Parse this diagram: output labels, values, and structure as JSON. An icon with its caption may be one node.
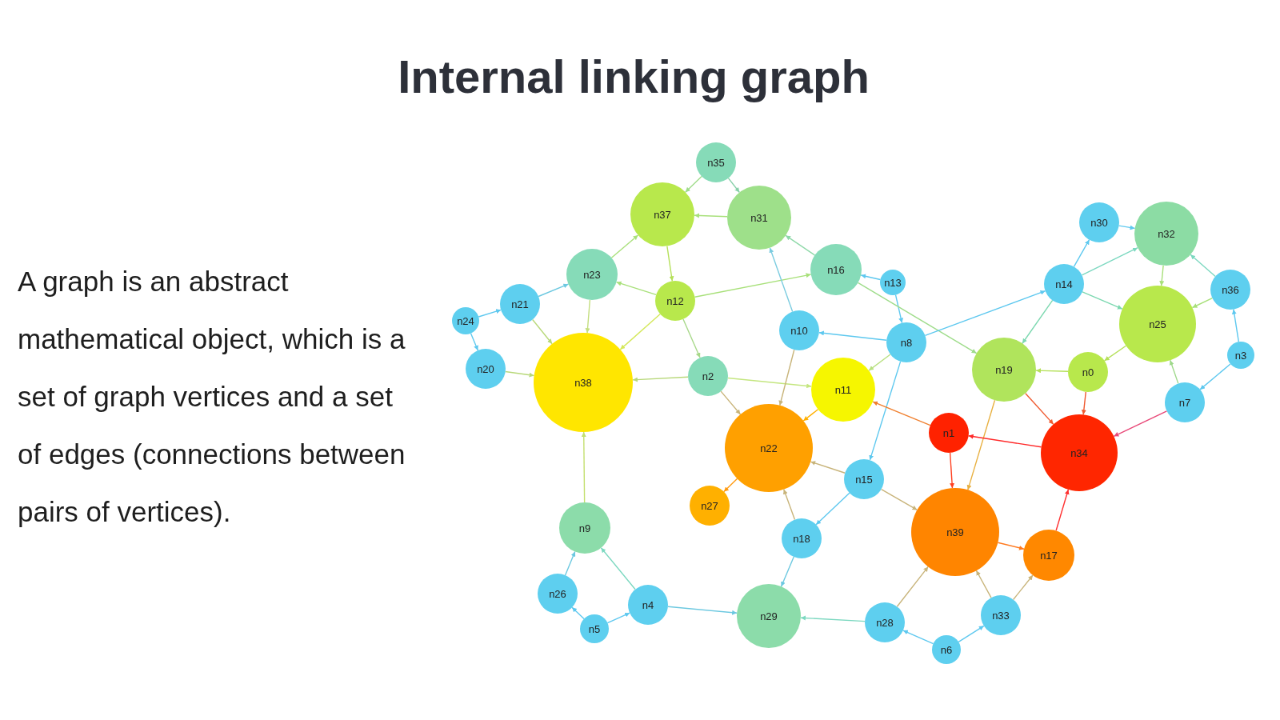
{
  "diagram": {
    "title": "Internal linking graph",
    "nodes": [
      {
        "text": [
          "n0"
        ]
      },
      {
        "text": [
          "n1"
        ]
      },
      {
        "text": [
          "n2"
        ]
      },
      {
        "text": [
          "n3"
        ]
      },
      {
        "text": [
          "n4"
        ]
      },
      {
        "text": [
          "n5"
        ]
      },
      {
        "text": [
          "n6"
        ]
      },
      {
        "text": [
          "n7"
        ]
      },
      {
        "text": [
          "n8"
        ]
      },
      {
        "text": [
          "n9"
        ]
      },
      {
        "text": [
          "n10"
        ]
      },
      {
        "text": [
          "n11"
        ]
      },
      {
        "text": [
          "n12"
        ]
      },
      {
        "text": [
          "n13"
        ]
      },
      {
        "text": [
          "n14"
        ]
      },
      {
        "text": [
          "n15"
        ]
      },
      {
        "text": [
          "n16"
        ]
      },
      {
        "text": [
          "n17"
        ]
      },
      {
        "text": [
          "n18"
        ]
      },
      {
        "text": [
          "n19"
        ]
      },
      {
        "text": [
          "n20"
        ]
      },
      {
        "text": [
          "n21"
        ]
      },
      {
        "text": [
          "n22"
        ]
      },
      {
        "text": [
          "n23"
        ]
      },
      {
        "text": [
          "n24"
        ]
      },
      {
        "text": [
          "n25"
        ]
      },
      {
        "text": [
          "n26"
        ]
      },
      {
        "text": [
          "n27"
        ]
      },
      {
        "text": [
          "n28"
        ]
      },
      {
        "text": [
          "n29"
        ]
      },
      {
        "text": [
          "n30"
        ]
      },
      {
        "text": [
          "n31"
        ]
      },
      {
        "text": [
          "n32"
        ]
      },
      {
        "text": [
          "n33"
        ]
      },
      {
        "text": [
          "n34"
        ]
      },
      {
        "text": [
          "n35"
        ]
      },
      {
        "text": [
          "n36"
        ]
      },
      {
        "text": [
          "n37"
        ]
      },
      {
        "text": [
          "n38"
        ]
      },
      {
        "text": [
          "n39"
        ]
      }
    ],
    "edges": [
      {
        "from": 35,
        "to": 37,
        "arrow": "to",
        "color": "#9fdc8a"
      },
      {
        "from": 35,
        "to": 31,
        "arrow": "to",
        "color": "#86cfa8"
      },
      {
        "from": 31,
        "to": 37,
        "arrow": "to",
        "color": "#a8e07a"
      },
      {
        "from": 23,
        "to": 37,
        "arrow": "to",
        "color": "#a8e07a"
      },
      {
        "from": 37,
        "to": 12,
        "arrow": "to",
        "color": "#b5e05a"
      },
      {
        "from": 12,
        "to": 23,
        "arrow": "to",
        "color": "#a8e07a"
      },
      {
        "from": 12,
        "to": 16,
        "arrow": "to",
        "color": "#a8e07a"
      },
      {
        "from": 12,
        "to": 38,
        "arrow": "to",
        "color": "#d4e85a"
      },
      {
        "from": 12,
        "to": 2,
        "arrow": "to",
        "color": "#a8d88a"
      },
      {
        "from": 21,
        "to": 23,
        "arrow": "to",
        "color": "#6cc8e0"
      },
      {
        "from": 24,
        "to": 21,
        "arrow": "to",
        "color": "#5ec8ef"
      },
      {
        "from": 24,
        "to": 20,
        "arrow": "to",
        "color": "#5ec8ef"
      },
      {
        "from": 21,
        "to": 38,
        "arrow": "to",
        "color": "#b8d87a"
      },
      {
        "from": 23,
        "to": 38,
        "arrow": "to",
        "color": "#c4de80"
      },
      {
        "from": 20,
        "to": 38,
        "arrow": "to",
        "color": "#b8d87a"
      },
      {
        "from": 2,
        "to": 38,
        "arrow": "to",
        "color": "#b8d87a"
      },
      {
        "from": 2,
        "to": 11,
        "arrow": "to",
        "color": "#c4e680"
      },
      {
        "from": 2,
        "to": 22,
        "arrow": "to",
        "color": "#c8b47a"
      },
      {
        "from": 10,
        "to": 31,
        "arrow": "to",
        "color": "#7ccce0"
      },
      {
        "from": 16,
        "to": 31,
        "arrow": "to",
        "color": "#8ed8a8"
      },
      {
        "from": 8,
        "to": 10,
        "arrow": "to",
        "color": "#5ec8ef"
      },
      {
        "from": 10,
        "to": 22,
        "arrow": "to",
        "color": "#c8b47a"
      },
      {
        "from": 13,
        "to": 16,
        "arrow": "to",
        "color": "#5ec8ef"
      },
      {
        "from": 13,
        "to": 8,
        "arrow": "to",
        "color": "#5ec8ef"
      },
      {
        "from": 16,
        "to": 19,
        "arrow": "to",
        "color": "#9edc8a"
      },
      {
        "from": 8,
        "to": 14,
        "arrow": "to",
        "color": "#5ec8ef"
      },
      {
        "from": 8,
        "to": 11,
        "arrow": "to",
        "color": "#b8e080"
      },
      {
        "from": 8,
        "to": 15,
        "arrow": "to",
        "color": "#5ec8ef"
      },
      {
        "from": 14,
        "to": 30,
        "arrow": "to",
        "color": "#5ec8ef"
      },
      {
        "from": 14,
        "to": 32,
        "arrow": "to",
        "color": "#7cd8c0"
      },
      {
        "from": 14,
        "to": 25,
        "arrow": "to",
        "color": "#7cd8b0"
      },
      {
        "from": 14,
        "to": 19,
        "arrow": "to",
        "color": "#7cd8b0"
      },
      {
        "from": 30,
        "to": 32,
        "arrow": "to",
        "color": "#5ec8ef"
      },
      {
        "from": 32,
        "to": 25,
        "arrow": "to",
        "color": "#a8e07a"
      },
      {
        "from": 36,
        "to": 32,
        "arrow": "to",
        "color": "#7cd8c0"
      },
      {
        "from": 36,
        "to": 25,
        "arrow": "to",
        "color": "#a8e07a"
      },
      {
        "from": 3,
        "to": 36,
        "arrow": "to",
        "color": "#5ec8ef"
      },
      {
        "from": 3,
        "to": 7,
        "arrow": "to",
        "color": "#5ec8ef"
      },
      {
        "from": 7,
        "to": 25,
        "arrow": "to",
        "color": "#9ed88a"
      },
      {
        "from": 7,
        "to": 34,
        "arrow": "to",
        "color": "#e84878"
      },
      {
        "from": 25,
        "to": 0,
        "arrow": "to",
        "color": "#b5e05a"
      },
      {
        "from": 0,
        "to": 19,
        "arrow": "to",
        "color": "#b5e05a"
      },
      {
        "from": 0,
        "to": 34,
        "arrow": "to",
        "color": "#f05a30"
      },
      {
        "from": 19,
        "to": 34,
        "arrow": "to",
        "color": "#f05a30"
      },
      {
        "from": 19,
        "to": 39,
        "arrow": "to",
        "color": "#e8b040"
      },
      {
        "from": 1,
        "to": 11,
        "arrow": "to",
        "color": "#f08030"
      },
      {
        "from": 34,
        "to": 1,
        "arrow": "to",
        "color": "#ff2a2a"
      },
      {
        "from": 1,
        "to": 39,
        "arrow": "to",
        "color": "#ff4020"
      },
      {
        "from": 11,
        "to": 22,
        "arrow": "to",
        "color": "#ffb000"
      },
      {
        "from": 15,
        "to": 22,
        "arrow": "to",
        "color": "#c8b47a"
      },
      {
        "from": 15,
        "to": 39,
        "arrow": "to",
        "color": "#c8b47a"
      },
      {
        "from": 15,
        "to": 18,
        "arrow": "to",
        "color": "#5ec8ef"
      },
      {
        "from": 18,
        "to": 22,
        "arrow": "to",
        "color": "#c8b47a"
      },
      {
        "from": 18,
        "to": 29,
        "arrow": "to",
        "color": "#6cc8e0"
      },
      {
        "from": 22,
        "to": 27,
        "arrow": "to",
        "color": "#ff9a10"
      },
      {
        "from": 39,
        "to": 17,
        "arrow": "to",
        "color": "#ff7a20"
      },
      {
        "from": 17,
        "to": 34,
        "arrow": "to",
        "color": "#ff3030"
      },
      {
        "from": 33,
        "to": 39,
        "arrow": "to",
        "color": "#c8b47a"
      },
      {
        "from": 33,
        "to": 17,
        "arrow": "to",
        "color": "#c8b47a"
      },
      {
        "from": 6,
        "to": 28,
        "arrow": "to",
        "color": "#5ec8ef"
      },
      {
        "from": 6,
        "to": 33,
        "arrow": "to",
        "color": "#5ec8ef"
      },
      {
        "from": 28,
        "to": 39,
        "arrow": "to",
        "color": "#c8b47a"
      },
      {
        "from": 28,
        "to": 29,
        "arrow": "to",
        "color": "#7cd8c0"
      },
      {
        "from": 4,
        "to": 29,
        "arrow": "to",
        "color": "#6cc8e0"
      },
      {
        "from": 4,
        "to": 9,
        "arrow": "to",
        "color": "#7cd8c0"
      },
      {
        "from": 5,
        "to": 4,
        "arrow": "to",
        "color": "#5ec8ef"
      },
      {
        "from": 5,
        "to": 26,
        "arrow": "to",
        "color": "#5ec8ef"
      },
      {
        "from": 26,
        "to": 9,
        "arrow": "to",
        "color": "#6cc8e0"
      },
      {
        "from": 9,
        "to": 38,
        "arrow": "to",
        "color": "#c4e070"
      }
    ],
    "labels": [
      "A graph is an abstract mathematical object, which is a set of graph vertices and a set of edges (connections between pairs of vertices)."
    ]
  }
}
